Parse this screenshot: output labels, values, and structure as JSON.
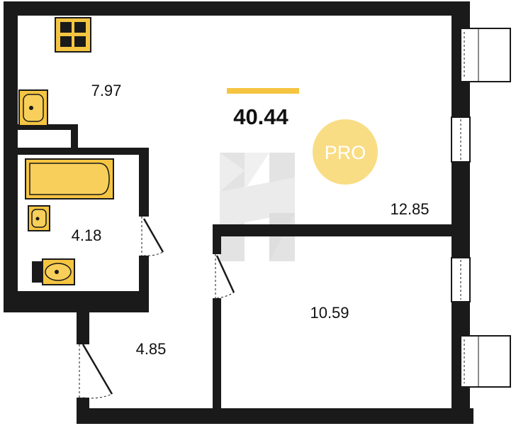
{
  "plan": {
    "total_area": "40.44",
    "badge": "PRO",
    "rooms": {
      "kitchen_area": "7.97",
      "living_area": "12.85",
      "bathroom_area": "4.18",
      "hallway_area": "4.85",
      "bedroom_area": "10.59"
    },
    "colors": {
      "accent": "#f5c542",
      "badge": "#f9dd84",
      "walls": "#1a1a1a"
    },
    "icons": [
      "window-grid-icon",
      "sink-icon",
      "bathtub-icon",
      "toilet-icon",
      "door-icon",
      "watermark-logo"
    ]
  }
}
